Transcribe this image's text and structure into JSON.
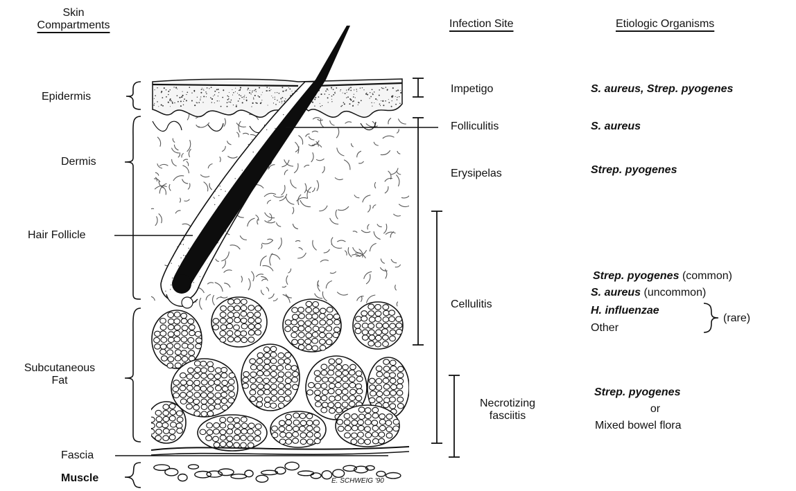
{
  "headers": {
    "skin_compartments_line1": "Skin",
    "skin_compartments_line2": "Compartments",
    "infection_site": "Infection Site",
    "etiologic_organisms": "Etiologic Organisms"
  },
  "compartments": {
    "epidermis": "Epidermis",
    "dermis": "Dermis",
    "hair_follicle": "Hair Follicle",
    "subcutaneous_line1": "Subcutaneous",
    "subcutaneous_line2": "Fat",
    "fascia": "Fascia",
    "muscle": "Muscle"
  },
  "infection_sites": {
    "impetigo": "Impetigo",
    "folliculitis": "Folliculitis",
    "erysipelas": "Erysipelas",
    "cellulitis": "Cellulitis",
    "necrotizing_line1": "Necrotizing",
    "necrotizing_line2": "fasciitis"
  },
  "organisms": {
    "impetigo": "S. aureus, Strep. pyogenes",
    "folliculitis": "S. aureus",
    "erysipelas": "Strep. pyogenes",
    "cellulitis_1_name": "Strep. pyogenes",
    "cellulitis_1_note": "(common)",
    "cellulitis_2_name": "S. aureus",
    "cellulitis_2_note": "(uncommon)",
    "cellulitis_3_name": "H. influenzae",
    "cellulitis_4_name": "Other",
    "cellulitis_rare_note": "(rare)",
    "necrotizing_1": "Strep. pyogenes",
    "necrotizing_or": "or",
    "necrotizing_2": "Mixed bowel flora"
  },
  "signature": "E. SCHWEIG '90",
  "colors": {
    "ink": "#111111",
    "background": "#ffffff",
    "hair": "#0d0d0d"
  }
}
